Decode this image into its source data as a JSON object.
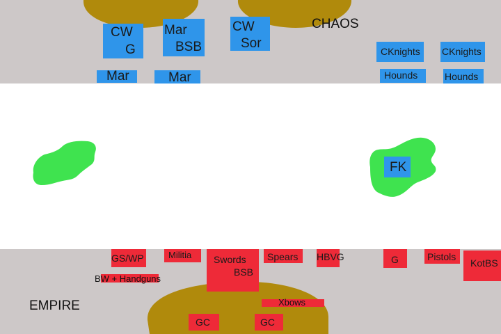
{
  "colors": {
    "deployment_zone": "#cdc8c8",
    "battlefield": "#ffffff",
    "hill": "#b08a0c",
    "forest": "#3fe34f",
    "chaos_unit": "#2f95ea",
    "empire_unit": "#ee2a38"
  },
  "armies": {
    "chaos": {
      "name": "CHAOS",
      "units": [
        {
          "line1": "CW",
          "line2": "G"
        },
        {
          "line1": "Mar",
          "line2": "BSB"
        },
        {
          "line1": "CW",
          "line2": "Sor"
        },
        {
          "line1": "Mar"
        },
        {
          "line1": "Mar"
        },
        {
          "line1": "CKnights"
        },
        {
          "line1": "CKnights"
        },
        {
          "line1": "Hounds"
        },
        {
          "line1": "Hounds"
        },
        {
          "line1": "FK"
        }
      ]
    },
    "empire": {
      "name": "EMPIRE",
      "units": [
        {
          "line1": "GS/WP"
        },
        {
          "line1": "Militia"
        },
        {
          "line1": "Swords",
          "line2": "BSB"
        },
        {
          "line1": "Spears"
        },
        {
          "line1": "HBVG"
        },
        {
          "line1": "G"
        },
        {
          "line1": "Pistols"
        },
        {
          "line1": "KotBS"
        },
        {
          "line1": "BW + Handguns"
        },
        {
          "line1": "Xbows"
        },
        {
          "line1": "GC"
        },
        {
          "line1": "GC"
        }
      ]
    }
  },
  "terrain": [
    {
      "type": "hill",
      "name": "hill-north-left"
    },
    {
      "type": "hill",
      "name": "hill-north-right"
    },
    {
      "type": "hill",
      "name": "hill-south"
    },
    {
      "type": "forest",
      "name": "forest-west"
    },
    {
      "type": "forest",
      "name": "forest-east"
    }
  ]
}
